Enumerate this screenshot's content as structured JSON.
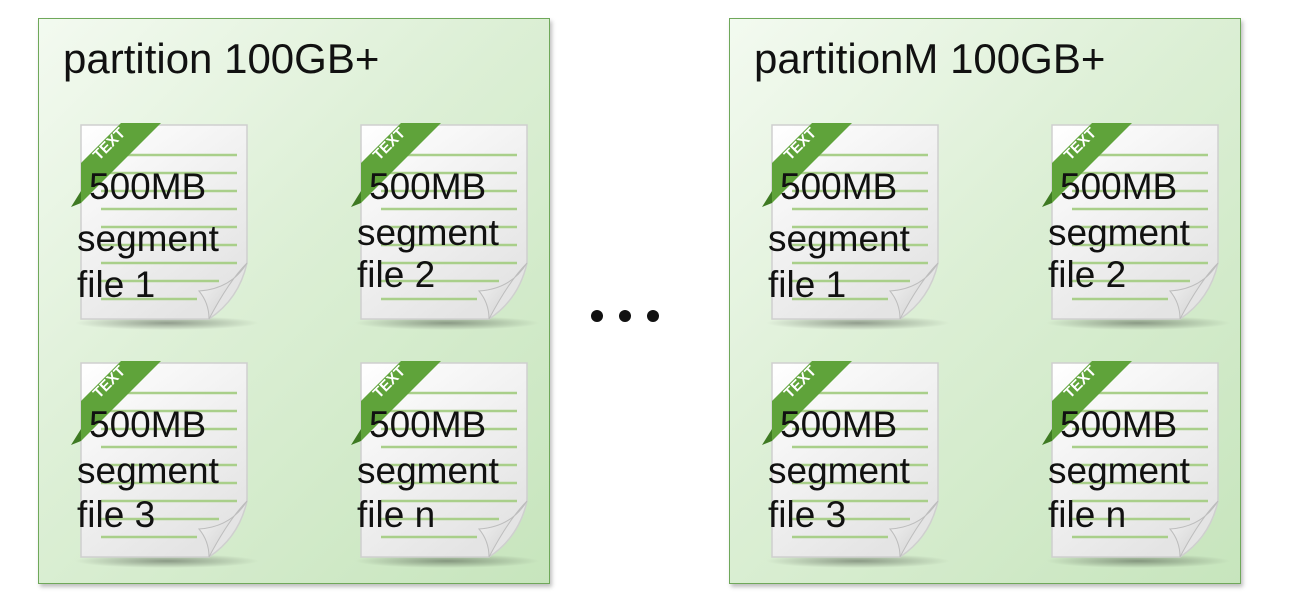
{
  "partitions": [
    {
      "title": "partition 100GB+",
      "files": [
        {
          "size": "500MB",
          "line2": "segment",
          "line3": "file 1"
        },
        {
          "size": "500MB",
          "line2": "segment",
          "line3": "file 2"
        },
        {
          "size": "500MB",
          "line2": "segment",
          "line3": "file 3"
        },
        {
          "size": "500MB",
          "line2": "segment",
          "line3": "file n"
        }
      ]
    },
    {
      "title": "partitionM 100GB+",
      "files": [
        {
          "size": "500MB",
          "line2": "segment",
          "line3": "file 1"
        },
        {
          "size": "500MB",
          "line2": "segment",
          "line3": "file 2"
        },
        {
          "size": "500MB",
          "line2": "segment",
          "line3": "file 3"
        },
        {
          "size": "500MB",
          "line2": "segment",
          "line3": "file n"
        }
      ]
    }
  ],
  "doc_ribbon_label": "TEXT",
  "colors": {
    "partition_border": "#6fa85a",
    "partition_fill": "#d4ebcb",
    "ribbon": "#5fa33a",
    "doc_lines": "#a9cf8a"
  }
}
